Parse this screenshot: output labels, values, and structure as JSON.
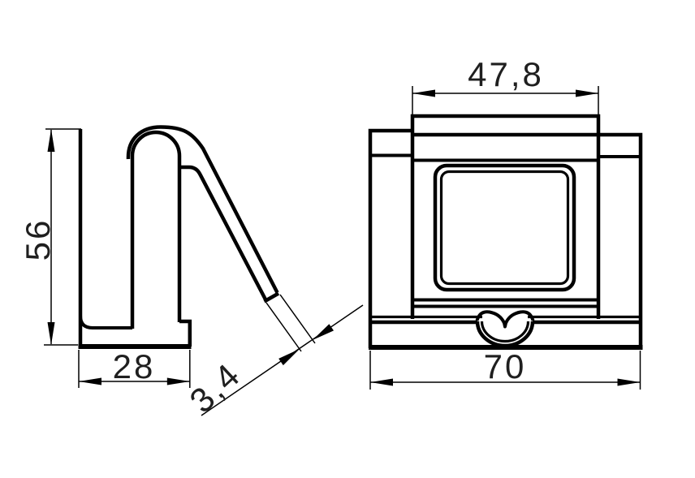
{
  "drawing": {
    "type": "technical-drawing",
    "background_color": "#ffffff",
    "line_color": "#000000",
    "text_color": "#1f1f1f",
    "side_view": {
      "label": "side-profile-view",
      "dims": {
        "height": "56",
        "base_width": "28",
        "arm_thickness": "3,4"
      }
    },
    "front_view": {
      "label": "front-view",
      "dims": {
        "tongue_width": "47,8",
        "overall_width": "70"
      }
    }
  }
}
